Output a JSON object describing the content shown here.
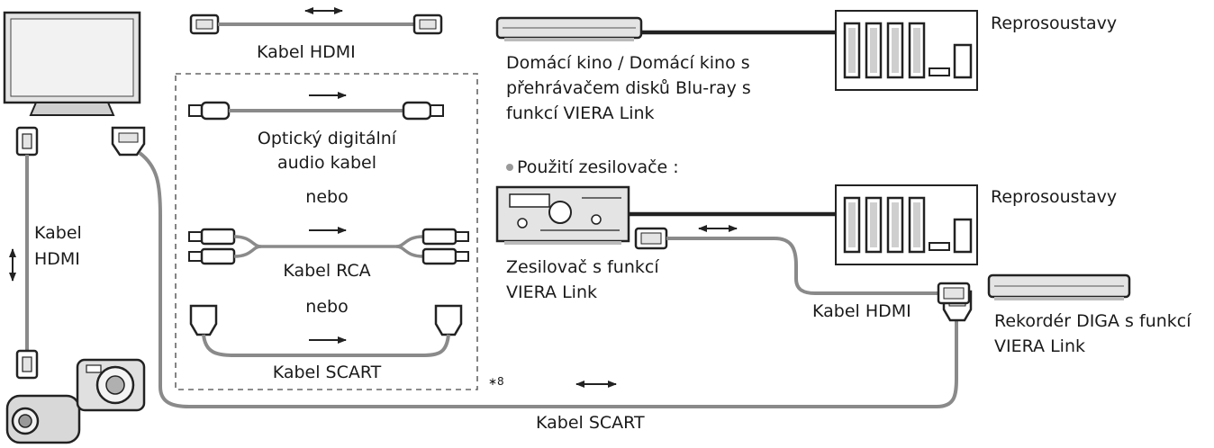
{
  "labels": {
    "hdmi_top": "Kabel HDMI",
    "home_theater_line1": "Domácí kino / Domácí kino s",
    "home_theater_line2": "přehrávačem disků Blu-ray s",
    "home_theater_line3": "funkcí VIERA Link",
    "speakers_top": "Reprosoustavy",
    "optical_line1": "Optický digitální",
    "optical_line2": "audio kabel",
    "or_1": "nebo",
    "rca": "Kabel RCA",
    "or_2": "nebo",
    "scart_inner": "Kabel SCART",
    "footnote": "∗8",
    "amp_heading": "Použití zesilovače :",
    "speakers_mid": "Reprosoustavy",
    "amp_line1": "Zesilovač s funkcí",
    "amp_line2": "VIERA Link",
    "hdmi_mid": "Kabel HDMI",
    "diga_line1": "Rekordér DIGA s funkcí",
    "diga_line2": "VIERA Link",
    "hdmi_left_line1": "Kabel",
    "hdmi_left_line2": "HDMI",
    "scart_bottom": "Kabel SCART"
  },
  "colors": {
    "line": "#222222",
    "cable_gray": "#8a8a8a",
    "device_fill": "#e6e6e6",
    "dash": "#666666",
    "bullet": "#9a9a9a"
  }
}
